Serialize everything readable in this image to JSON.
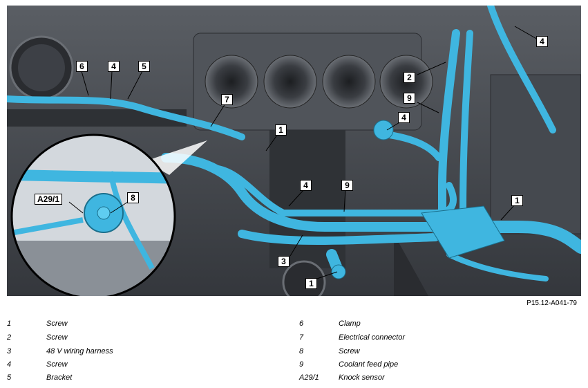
{
  "figure_id": "P15.12-A041-79",
  "callouts": [
    "6",
    "4",
    "5",
    "7",
    "1",
    "4",
    "4",
    "9",
    "2",
    "9",
    "4",
    "1",
    "1",
    "3",
    "A29/1",
    "8"
  ],
  "legend": [
    {
      "num": "1",
      "text": "Screw"
    },
    {
      "num": "2",
      "text": "Screw"
    },
    {
      "num": "3",
      "text": "48 V wiring harness"
    },
    {
      "num": "4",
      "text": "Screw"
    },
    {
      "num": "5",
      "text": "Bracket"
    },
    {
      "num": "6",
      "text": "Clamp"
    },
    {
      "num": "7",
      "text": "Electrical connector"
    },
    {
      "num": "8",
      "text": "Screw"
    },
    {
      "num": "9",
      "text": "Coolant feed pipe"
    },
    {
      "num": "A29/1",
      "text": "Knock sensor"
    }
  ],
  "colors": {
    "harness": "#3fb6e0",
    "engine": "#4a4e54",
    "engine_dark": "#2c2f33",
    "label_border": "#000000"
  }
}
